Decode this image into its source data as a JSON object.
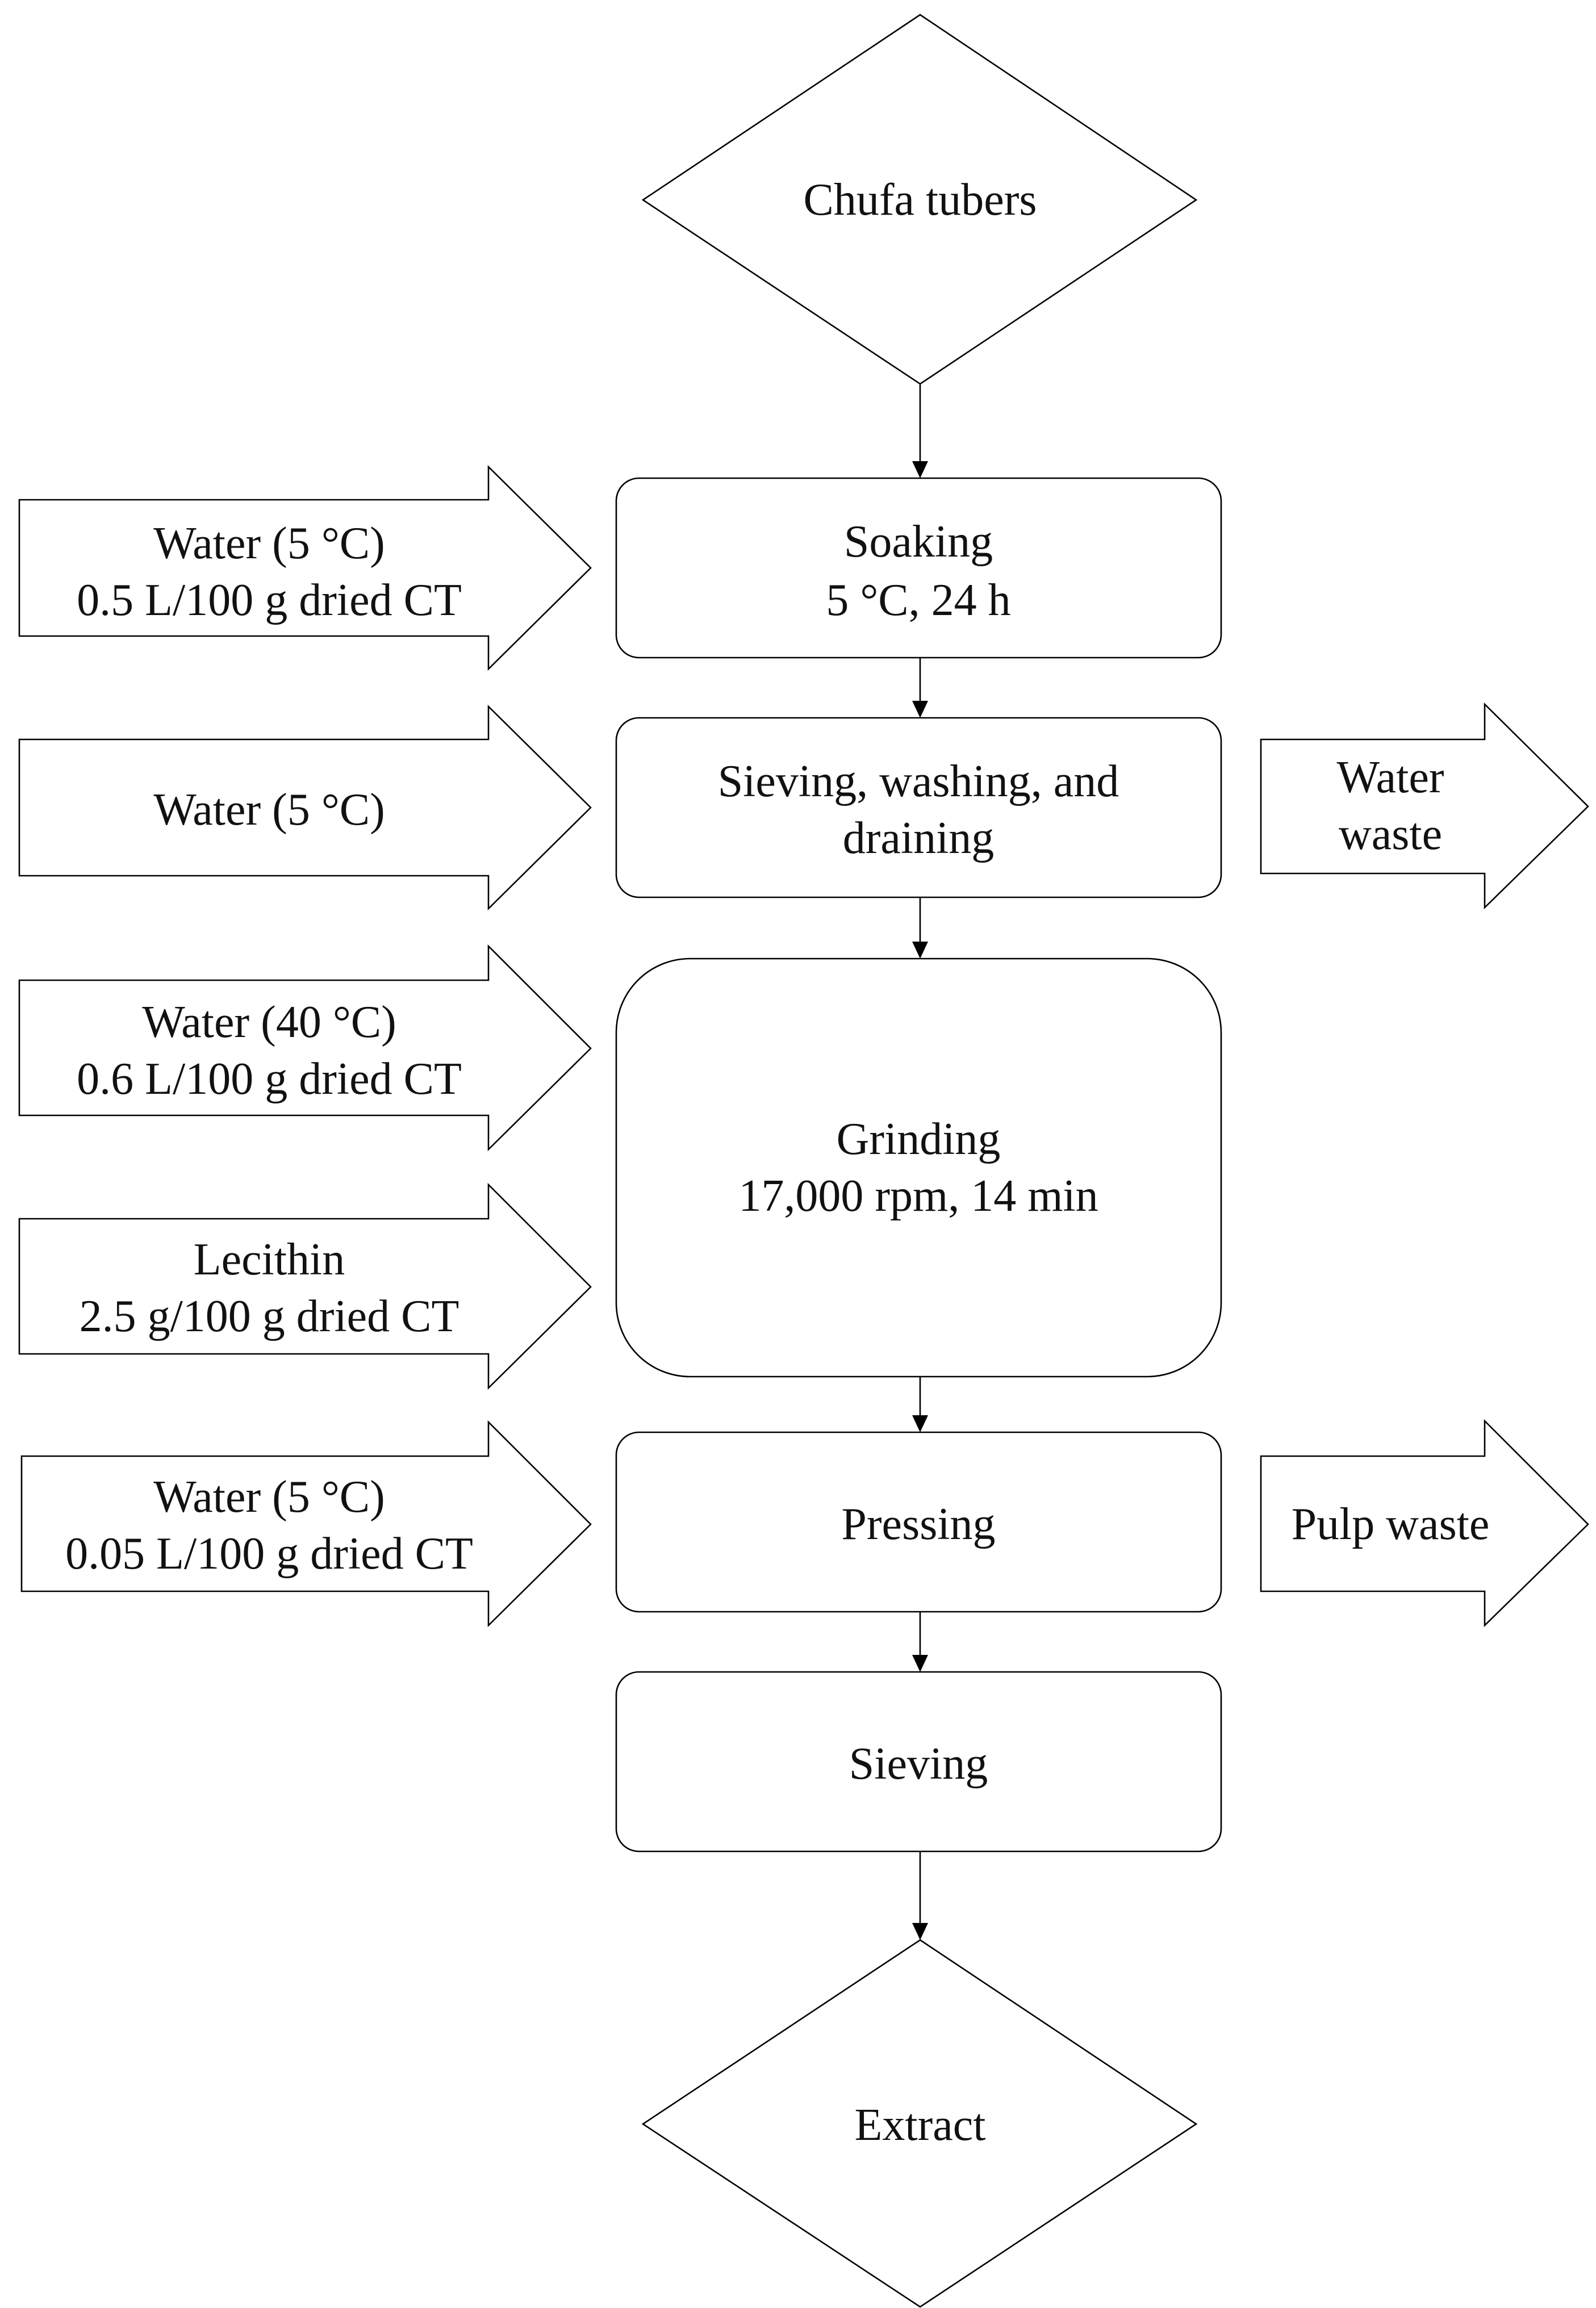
{
  "start": {
    "label": "Chufa tubers"
  },
  "end": {
    "label": "Extract"
  },
  "steps": {
    "soaking": {
      "line1": "Soaking",
      "line2": "5 °C, 24 h"
    },
    "sieving_washing": {
      "line1": "Sieving, washing, and",
      "line2": "draining"
    },
    "grinding": {
      "line1": "Grinding",
      "line2": "17,000 rpm, 14 min"
    },
    "pressing": {
      "line1": "Pressing"
    },
    "sieving": {
      "line1": "Sieving"
    }
  },
  "inputs": {
    "soak_water": {
      "line1": "Water (5 °C)",
      "line2": "0.5 L/100 g dried CT"
    },
    "wash_water": {
      "line1": "Water (5 °C)"
    },
    "grind_water": {
      "line1": "Water (40 °C)",
      "line2": "0.6 L/100 g dried CT"
    },
    "lecithin": {
      "line1": "Lecithin",
      "line2": "2.5 g/100 g dried CT"
    },
    "press_water": {
      "line1": "Water (5 °C)",
      "line2": "0.05 L/100 g dried CT"
    }
  },
  "outputs": {
    "water_waste": {
      "line1": "Water",
      "line2": "waste"
    },
    "pulp_waste": {
      "line1": "Pulp waste"
    }
  }
}
